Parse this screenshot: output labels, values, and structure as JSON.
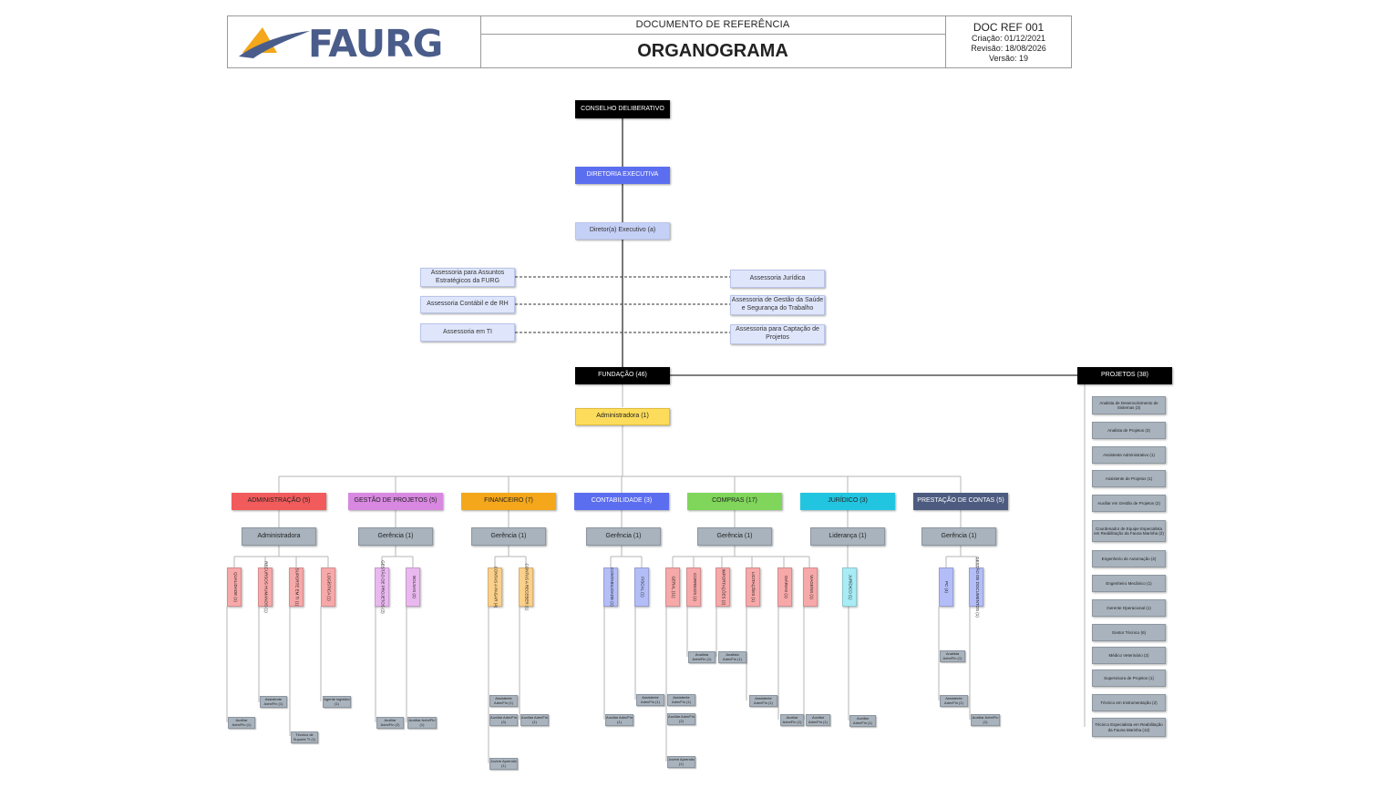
{
  "header": {
    "logo_text": "FAURG",
    "doc_type": "DOCUMENTO DE REFERÊNCIA",
    "doc_title": "ORGANOGRAMA",
    "doc_ref": "DOC REF 001",
    "created": "Criação: 01/12/2021",
    "revised": "Revisão: 18/08/2026",
    "version": "Versão: 19"
  },
  "colors": {
    "administracao": "#f25b5b",
    "gestao_projetos": "#d888e0",
    "financeiro": "#f4a71b",
    "contabilidade": "#5c6ef0",
    "compras": "#7fd65a",
    "juridico": "#22c5e0",
    "prestacao": "#4d5b80",
    "diretoria": "#5c6ef0",
    "administradora": "#fddc5c"
  },
  "top": {
    "conselho": "CONSELHO DELIBERATIVO",
    "diretoria": "DIRETORIA EXECUTIVA",
    "diretor": "Diretor(a) Executivo (a)",
    "fundacao": "FUNDAÇÃO (46)",
    "projetos": "PROJETOS (38)",
    "administradora": "Administradora (1)"
  },
  "assessorias": {
    "left": [
      "Assessoria para Assuntos Estratégicos da FURG",
      "Assessoria Contábil e de RH",
      "Assessoria em TI"
    ],
    "right": [
      "Assessoria Jurídica",
      "Assessoria de Gestão da Saúde e Segurança do Trabalho",
      "Assessoria para Captação de Projetos"
    ]
  },
  "departments": [
    {
      "name": "ADMINISTRAÇÃO (5)",
      "manager": "Administradora"
    },
    {
      "name": "GESTÃO DE PROJETOS (5)",
      "manager": "Gerência (1)"
    },
    {
      "name": "FINANCEIRO (7)",
      "manager": "Gerência (1)"
    },
    {
      "name": "CONTABILIDADE (3)",
      "manager": "Gerência (1)"
    },
    {
      "name": "COMPRAS (17)",
      "manager": "Gerência (1)"
    },
    {
      "name": "JURÍDICO (3)",
      "manager": "Liderança (1)"
    },
    {
      "name": "PRESTAÇÃO DE CONTAS (5)",
      "manager": "Gerência (1)"
    }
  ],
  "sectors": [
    "QUALIDADE (1)",
    "RECURSOS HUMANOS (1)",
    "SUPORTE EM TI (1)",
    "LOGÍSTICA (1)",
    "GESTÃO DE PROJETOS (2)",
    "BOLSAS (2)",
    "CONTAS A PAGAR (4)",
    "CONTAS A RECEBER (1)",
    "CONTABILIDADE (1)",
    "FISCAL (1)",
    "GERAL (11)",
    "CORREIOS (1)",
    "IMPORTAÇÕES (2)",
    "LICITAÇÕES (1)",
    "DIÁRIAS (1)",
    "VIAGENS (1)",
    "JURÍDICO (1)",
    "PC (4)",
    "GESTÃO DE DOCUMENTOS (1)"
  ],
  "staff": [
    "Auxiliar Adm/Fin (1)",
    "Assistente Adm/Fin (1)",
    "Técnico de Suporte TI (1)",
    "Agente logístico (1)",
    "Auxiliar Adm/Fin (2)",
    "Auxiliar Adm/Fin (1)",
    "Assistente Adm/Fin (1)",
    "Auxiliar Adm/Fin (3)",
    "Jovem Aprendiz (1)",
    "Auxiliar Adm/Fin (1)",
    "Auxiliar Adm/Fin (1)",
    "Assistente Adm/Fin (1)",
    "Assistente Adm/Fin (1)",
    "Auxiliar Adm/Fin (2)",
    "Jovem Aprendiz (1)",
    "Analista Adm/Fin (1)",
    "Analista Adm/Fin (1)",
    "Assistente Adm/Fin (1)",
    "Auxiliar Adm/Fin (1)",
    "Auxiliar Adm/Fin (1)",
    "Auxiliar Adm/Fin (1)",
    "Analista Adm/Fin (1)",
    "Assistente Adm/Fin (1)",
    "Auxiliar Adm/Fin (1)"
  ],
  "projetos_list": [
    "Analista de Desenvolvimento de Sistemas (3)",
    "Analista de Projetos (3)",
    "Assistente Administrativo (1)",
    "Assistente de Projetos (1)",
    "Auxiliar em Gestão de Projetos (2)",
    "Coordenador de Equipe Especialista em Reabilitação da Fauna Marinha (2)",
    "Engenheiro de Automação (2)",
    "Engenheiro Mecânico (1)",
    "Gerente Operacional (1)",
    "Gestor Técnico (6)",
    "Médico Veterinário (2)",
    "Supervisora de Projetos (1)",
    "Técnico em Instrumentação (2)",
    "Técnico Especialista em Reabilitação da Fauna Marinha (12)"
  ]
}
